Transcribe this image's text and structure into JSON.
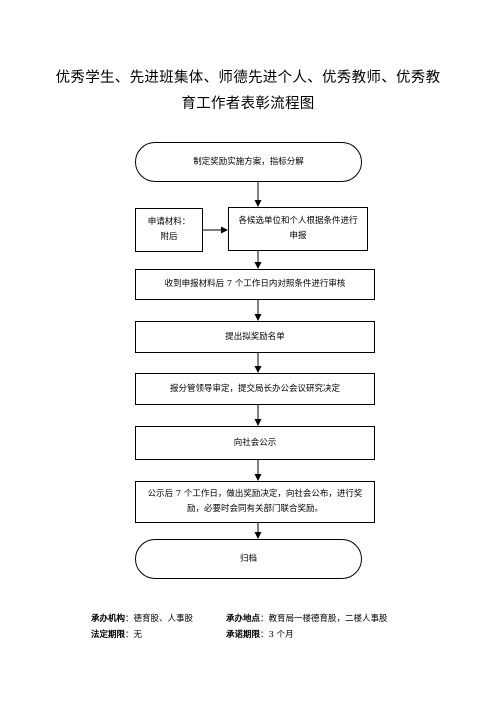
{
  "title": {
    "line1": "优秀学生、先进班集体、师德先进个人、优秀教师、优秀教",
    "line2": "育工作者表彰流程图"
  },
  "flow": {
    "start": "制定奖励实施方案，指标分解",
    "materials": "申请材料：\n附后",
    "declare": "各候选单位和个人根据条件进行\n申报",
    "review": "收到申报材料后 7 个工作日内对照条件进行审核",
    "nominate": "提出拟奖励名单",
    "approve": "报分管领导审定，提交局长办公会议研究决定",
    "publicize": "向社会公示",
    "reward": "公示后 7 个工作日，做出奖励决定，向社会公布，进行奖\n励，必要时会同有关部门联合奖励。",
    "end": "归档"
  },
  "footer": {
    "org_label": "承办机构",
    "org_value": "：德育股、人事股",
    "place_label": "承办地点",
    "place_value": "：教育局一楼德育股，二楼人事股",
    "legal_label": "法定期限",
    "legal_value": "：无",
    "promise_label": "承诺期限",
    "promise_value": "：3 个月"
  }
}
